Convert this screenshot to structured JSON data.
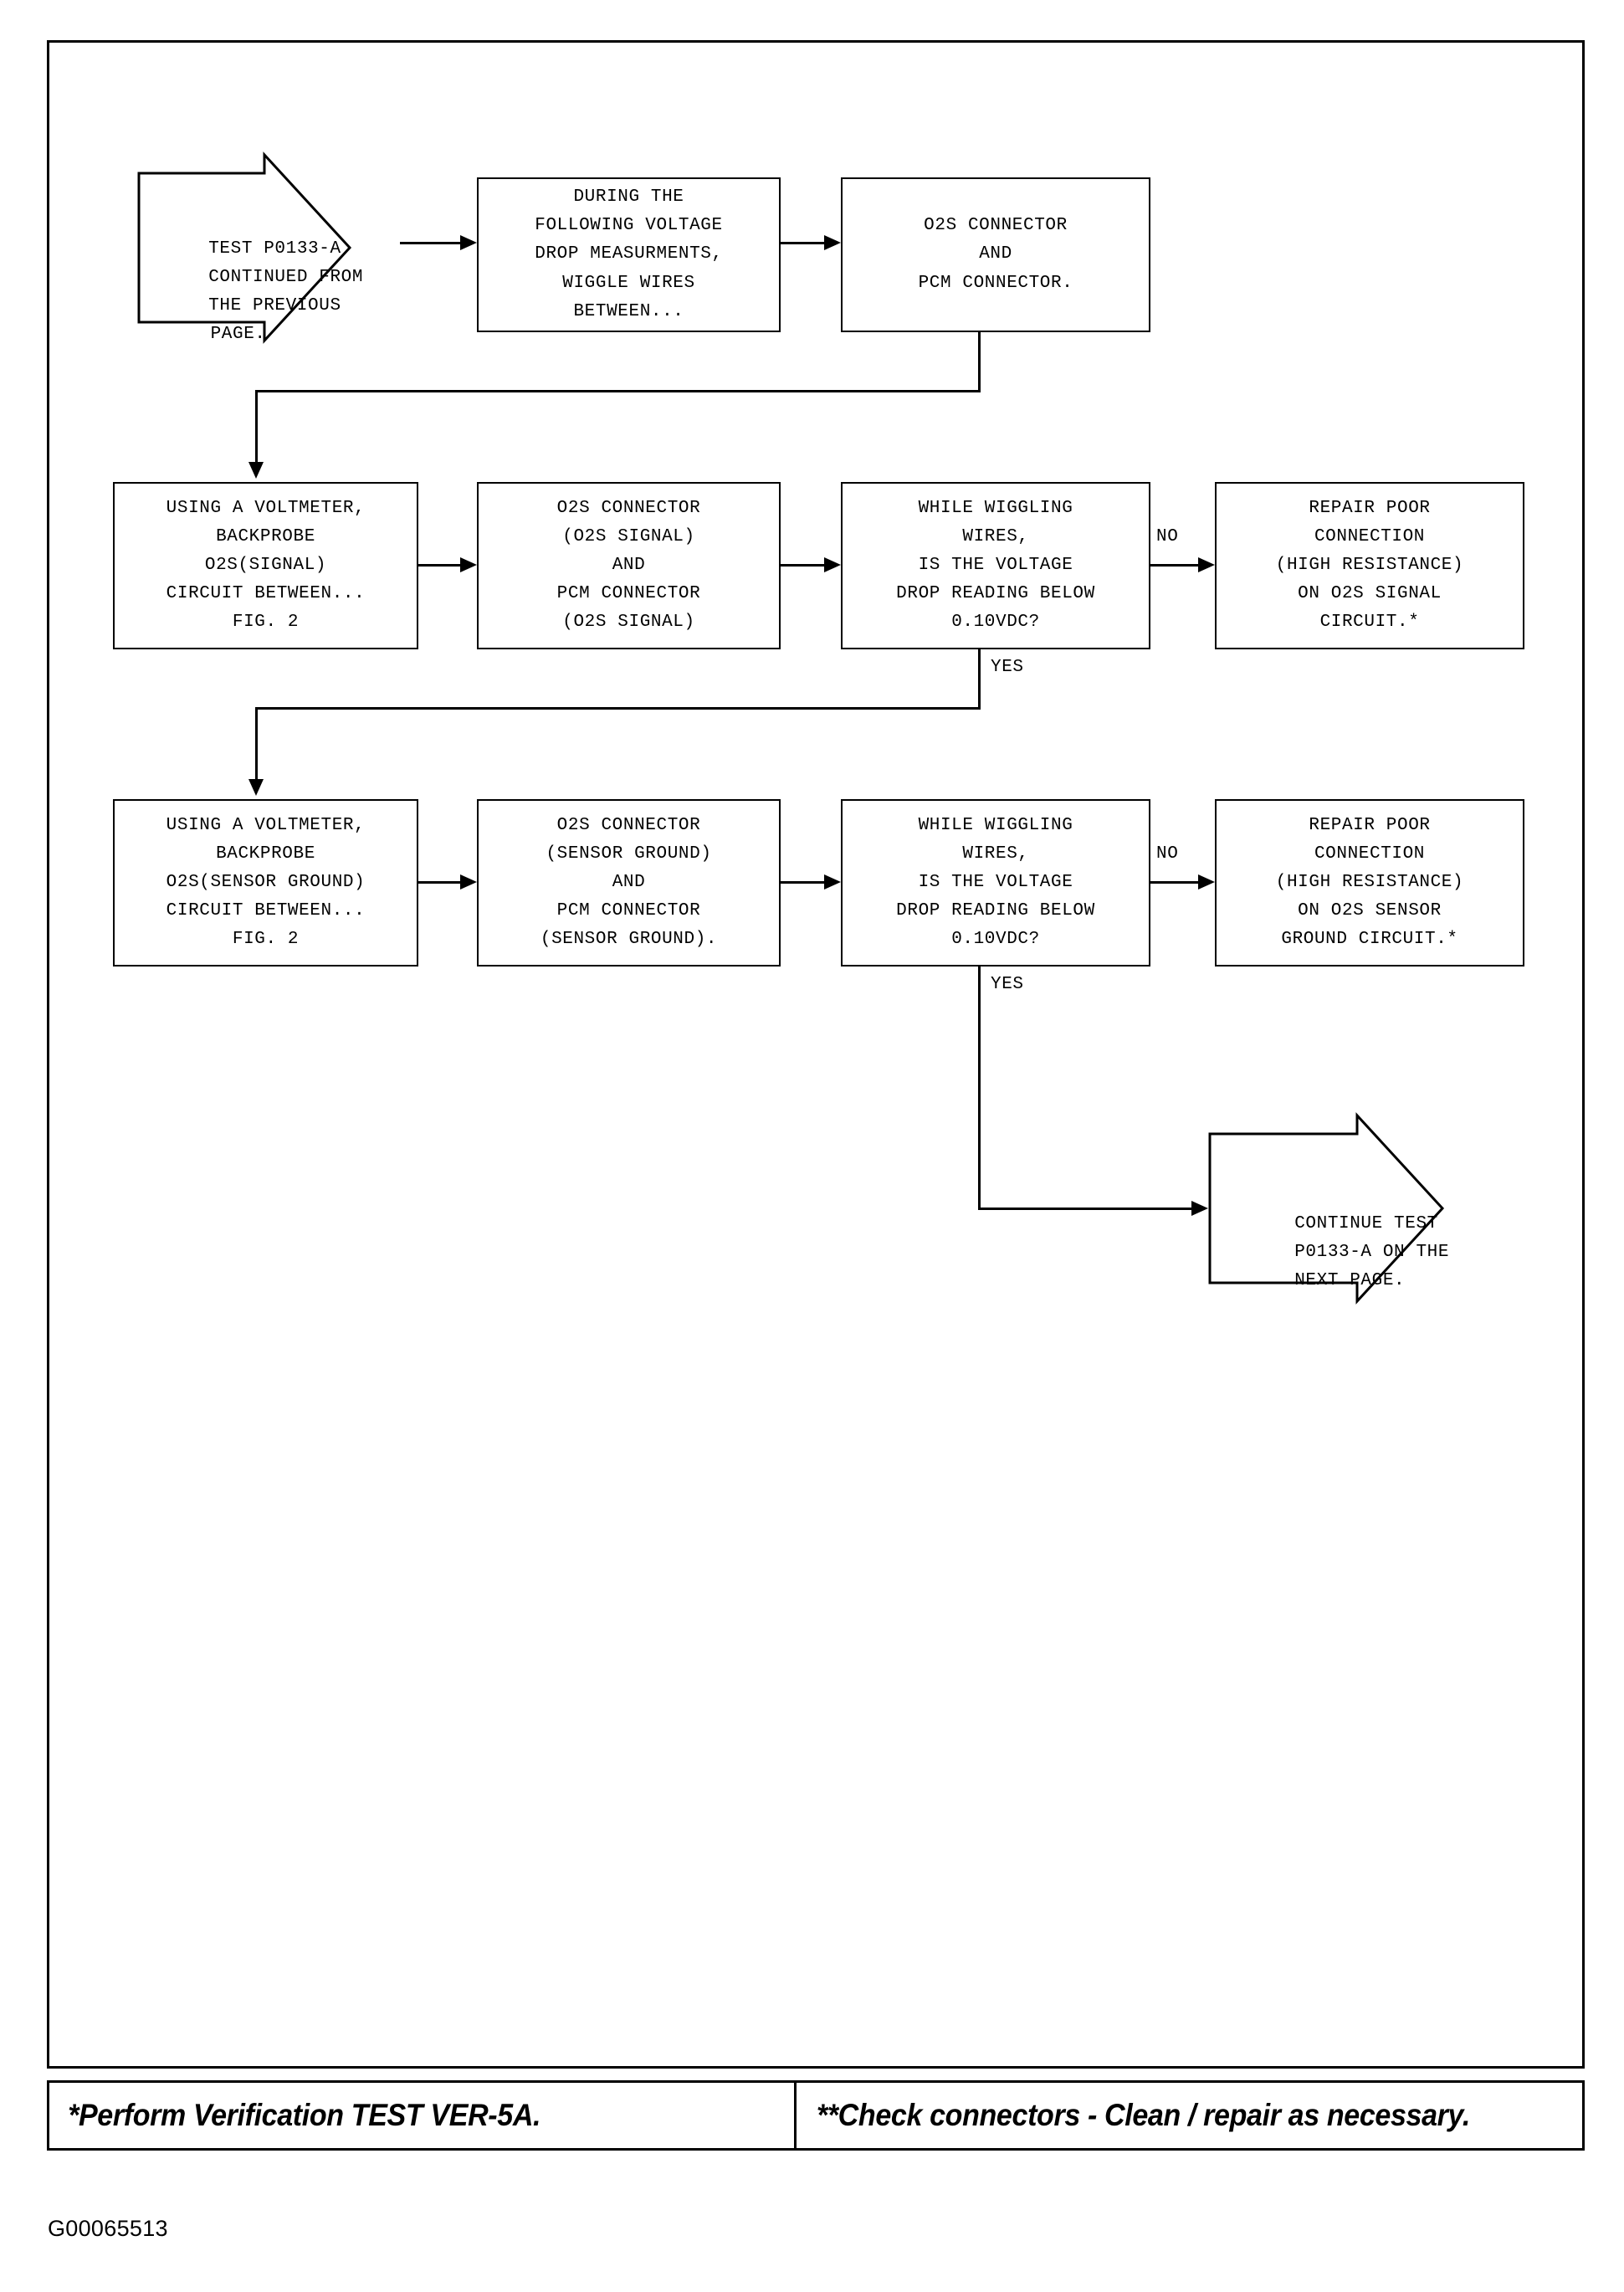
{
  "document": {
    "figure_id": "G00065513"
  },
  "nodes": {
    "start_terminator": {
      "type": "arrow-terminator",
      "lines": [
        "TEST P0133-A",
        "CONTINUED FROM",
        "THE PREVIOUS",
        "PAGE."
      ]
    },
    "wiggle_instruction": {
      "type": "process",
      "lines": [
        "DURING THE",
        "FOLLOWING VOLTAGE",
        "DROP MEASURMENTS,",
        "WIGGLE WIRES",
        "BETWEEN..."
      ]
    },
    "connectors_o2s_pcm": {
      "type": "process",
      "lines": [
        "O2S CONNECTOR",
        "",
        "AND",
        "",
        "PCM CONNECTOR."
      ]
    },
    "backprobe_signal": {
      "type": "process",
      "lines": [
        "USING A VOLTMETER,",
        "BACKPROBE",
        "O2S(SIGNAL)",
        "CIRCUIT BETWEEN...",
        "FIG. 2"
      ]
    },
    "connectors_signal": {
      "type": "process",
      "lines": [
        "O2S CONNECTOR",
        "(O2S SIGNAL)",
        "AND",
        "PCM CONNECTOR",
        "(O2S SIGNAL)"
      ]
    },
    "decision_signal": {
      "type": "decision",
      "lines": [
        "WHILE WIGGLING",
        "WIRES,",
        "IS THE VOLTAGE",
        "DROP READING BELOW",
        "0.10VDC?"
      ]
    },
    "repair_signal": {
      "type": "terminal",
      "lines": [
        "REPAIR POOR",
        "CONNECTION",
        "(HIGH RESISTANCE)",
        "ON O2S SIGNAL",
        "CIRCUIT.*"
      ]
    },
    "backprobe_ground": {
      "type": "process",
      "lines": [
        "USING A VOLTMETER,",
        "BACKPROBE",
        "O2S(SENSOR GROUND)",
        "CIRCUIT BETWEEN...",
        "FIG. 2"
      ]
    },
    "connectors_ground": {
      "type": "process",
      "lines": [
        "O2S CONNECTOR",
        "(SENSOR GROUND)",
        "AND",
        "PCM CONNECTOR",
        "(SENSOR GROUND)."
      ]
    },
    "decision_ground": {
      "type": "decision",
      "lines": [
        "WHILE WIGGLING",
        "WIRES,",
        "IS THE VOLTAGE",
        "DROP READING BELOW",
        "0.10VDC?"
      ]
    },
    "repair_ground": {
      "type": "terminal",
      "lines": [
        "REPAIR POOR",
        "CONNECTION",
        "(HIGH RESISTANCE)",
        "ON O2S SENSOR",
        "GROUND CIRCUIT.*"
      ]
    },
    "end_terminator": {
      "type": "arrow-terminator",
      "lines": [
        "CONTINUE TEST",
        "P0133-A ON THE",
        "NEXT PAGE."
      ]
    }
  },
  "branch_labels": {
    "signal_no": "NO",
    "signal_yes": "YES",
    "ground_no": "NO",
    "ground_yes": "YES"
  },
  "footer": {
    "note_single_star": "*Perform Verification TEST VER-5A.",
    "note_double_star": "**Check connectors - Clean / repair as necessary."
  },
  "colors": {
    "ink": "#000000",
    "paper": "#ffffff"
  }
}
